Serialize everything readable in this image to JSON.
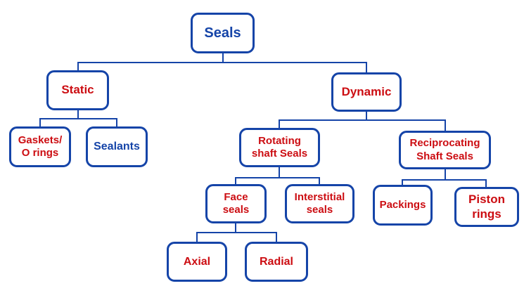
{
  "diagram": {
    "title": "Seals classification tree",
    "colors": {
      "line_blue": "#1544a8",
      "text_red": "#cc0d12",
      "text_blue": "#1544a8",
      "background": "#ffffff"
    },
    "nodes": {
      "seals": {
        "label": "Seals",
        "text_color": "blue"
      },
      "static": {
        "label": "Static",
        "text_color": "red"
      },
      "dynamic": {
        "label": "Dynamic",
        "text_color": "red"
      },
      "gaskets": {
        "label": "Gaskets/\nO rings",
        "text_color": "red"
      },
      "sealants": {
        "label": "Sealants",
        "text_color": "blue"
      },
      "rotating": {
        "label": "Rotating\nshaft Seals",
        "text_color": "red"
      },
      "reciprocating": {
        "label": "Reciprocating\nShaft Seals",
        "text_color": "red"
      },
      "face": {
        "label": "Face\nseals",
        "text_color": "red"
      },
      "interstitial": {
        "label": "Interstitial\nseals",
        "text_color": "red"
      },
      "packings": {
        "label": "Packings",
        "text_color": "red"
      },
      "piston": {
        "label": "Piston\nrings",
        "text_color": "red"
      },
      "axial": {
        "label": "Axial",
        "text_color": "red"
      },
      "radial": {
        "label": "Radial",
        "text_color": "red"
      }
    },
    "edges": [
      "seals-static",
      "seals-dynamic",
      "static-gaskets",
      "static-sealants",
      "dynamic-rotating",
      "dynamic-reciprocating",
      "rotating-face",
      "rotating-interstitial",
      "reciprocating-packings",
      "reciprocating-piston",
      "face-axial",
      "face-radial"
    ]
  }
}
